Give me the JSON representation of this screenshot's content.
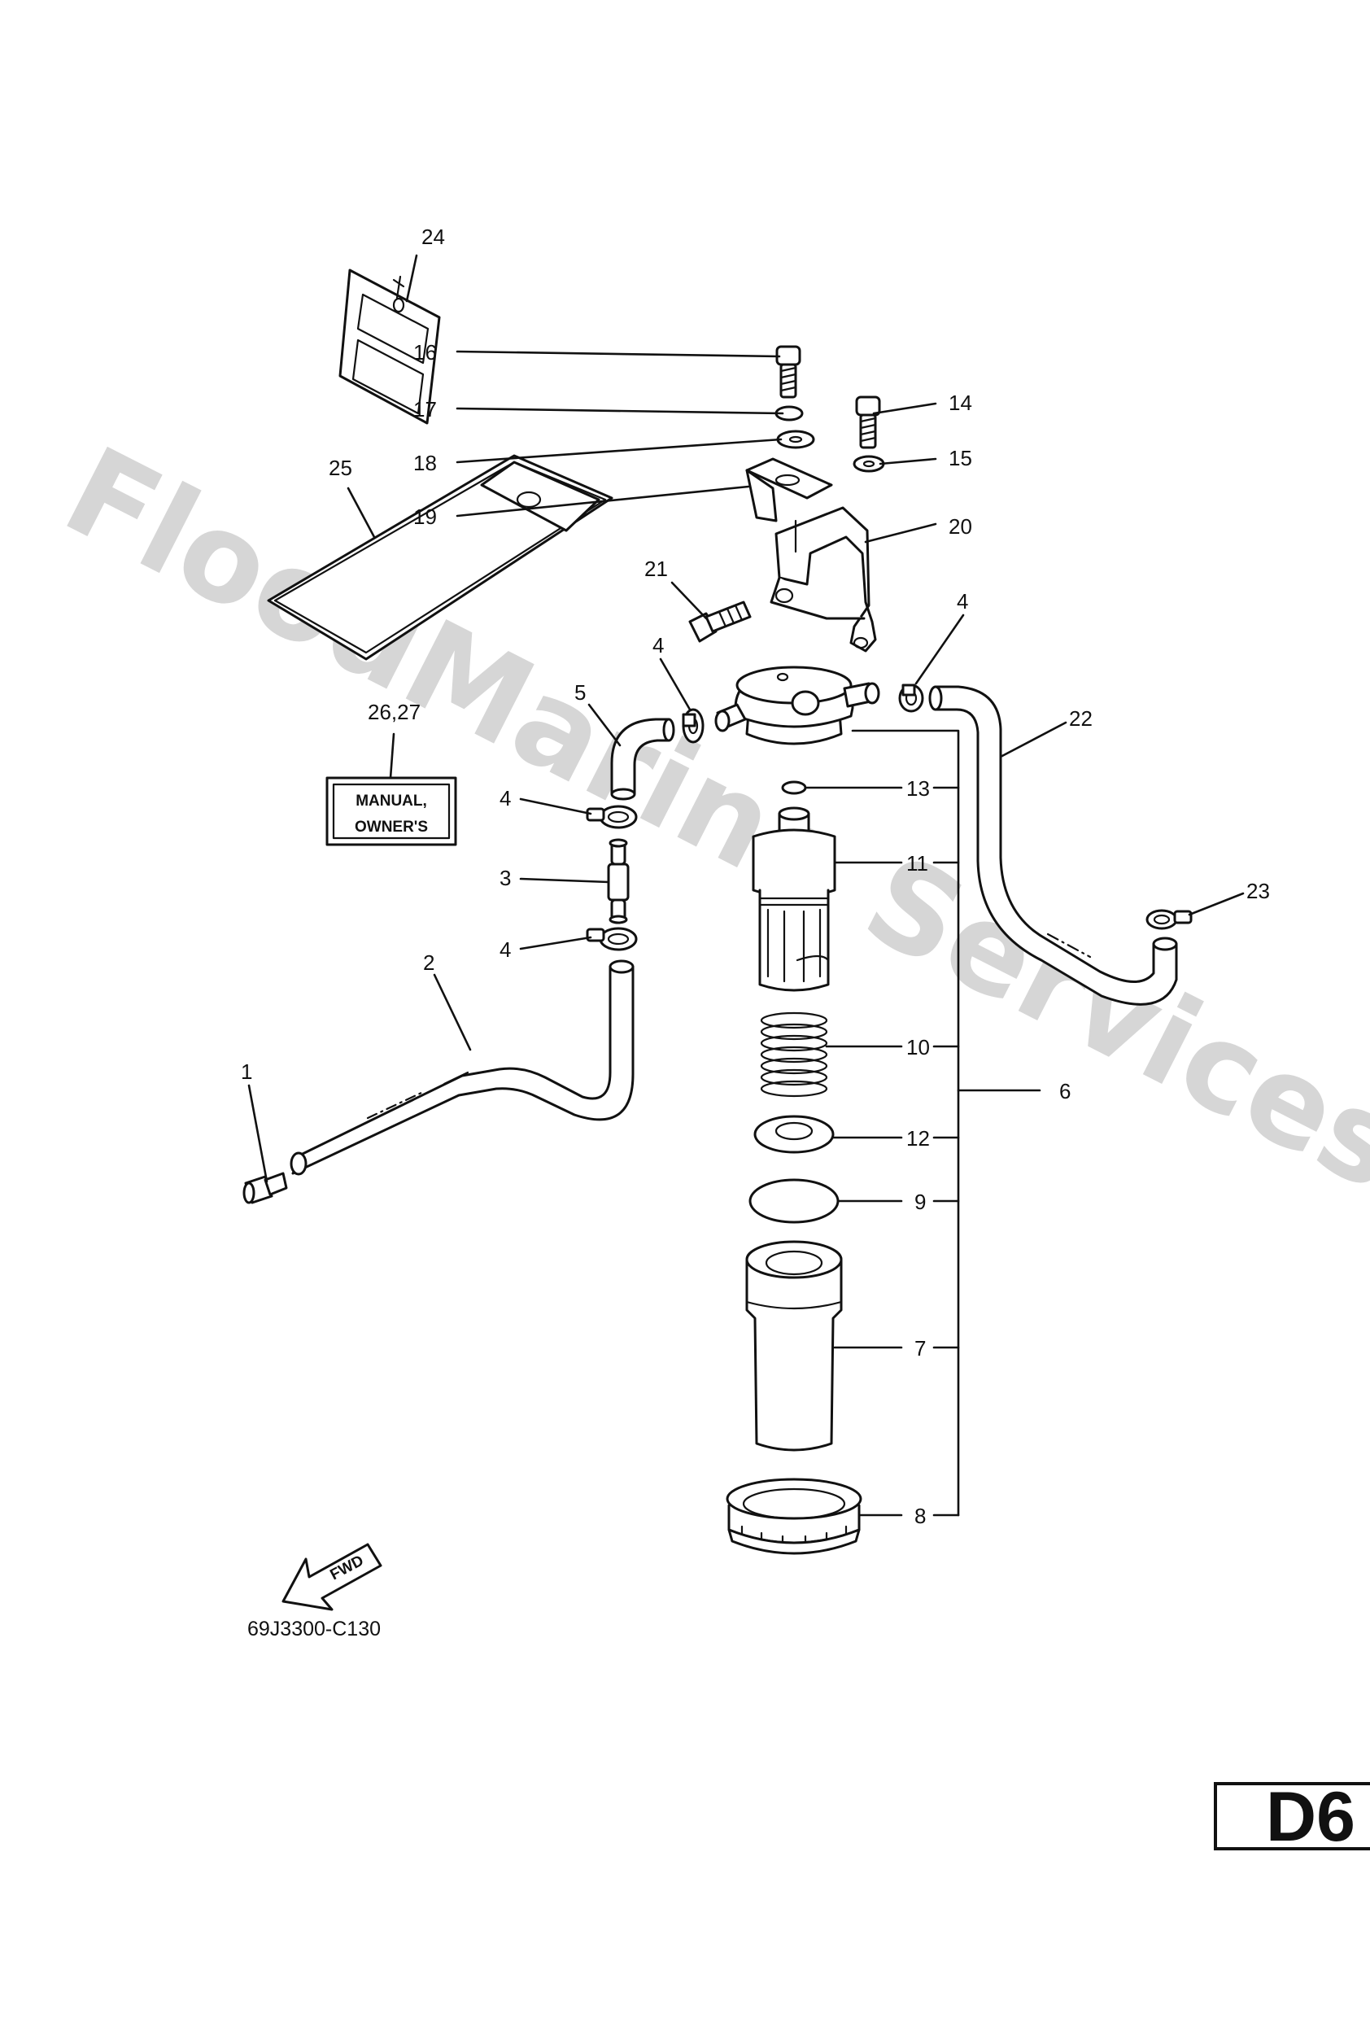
{
  "watermark": "FloodMarine Services",
  "diagram_code": "69J3300-C130",
  "page_id": "D6",
  "manual_tag": {
    "line1": "MANUAL,",
    "line2": "OWNER'S"
  },
  "fwd_label": "FWD",
  "callouts": {
    "c1": "1",
    "c2": "2",
    "c3": "3",
    "c4a": "4",
    "c4b": "4",
    "c4c": "4",
    "c4d": "4",
    "c5": "5",
    "c6": "6",
    "c7": "7",
    "c8": "8",
    "c9": "9",
    "c10": "10",
    "c11": "11",
    "c12": "12",
    "c13": "13",
    "c14": "14",
    "c15": "15",
    "c16": "16",
    "c17": "17",
    "c18": "18",
    "c19": "19",
    "c20": "20",
    "c21": "21",
    "c22": "22",
    "c23": "23",
    "c24": "24",
    "c25": "25",
    "c2627": "26,27"
  }
}
